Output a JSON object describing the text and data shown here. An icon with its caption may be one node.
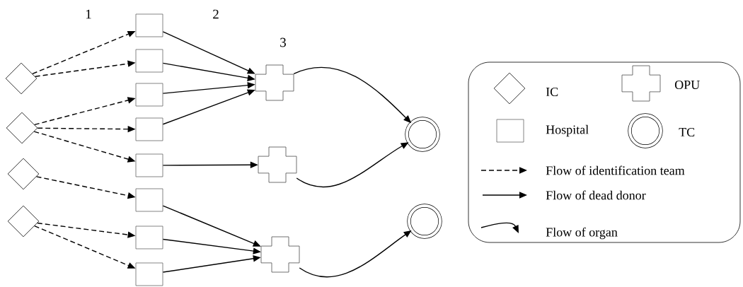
{
  "diagram": {
    "nodes": [
      {
        "text": [],
        "shape": "diamond"
      },
      {
        "text": [],
        "shape": "diamond"
      },
      {
        "text": [],
        "shape": "diamond"
      },
      {
        "text": [],
        "shape": "diamond"
      },
      {
        "text": [],
        "shape": "box"
      },
      {
        "text": [],
        "shape": "box"
      },
      {
        "text": [],
        "shape": "box"
      },
      {
        "text": [],
        "shape": "box"
      },
      {
        "text": [],
        "shape": "box"
      },
      {
        "text": [],
        "shape": "box"
      },
      {
        "text": [],
        "shape": "box"
      },
      {
        "text": [],
        "shape": "box"
      },
      {
        "text": [],
        "shape": "cross"
      },
      {
        "text": [],
        "shape": "cross"
      },
      {
        "text": [],
        "shape": "cross"
      },
      {
        "text": [],
        "shape": "circle"
      },
      {
        "text": [],
        "shape": "circle"
      }
    ],
    "edges": [
      {
        "from": 0,
        "to": 4,
        "arrow": "to",
        "style": "dashed"
      },
      {
        "from": 0,
        "to": 5,
        "arrow": "to",
        "style": "dashed"
      },
      {
        "from": 1,
        "to": 6,
        "arrow": "to",
        "style": "dashed"
      },
      {
        "from": 1,
        "to": 7,
        "arrow": "to",
        "style": "dashed"
      },
      {
        "from": 1,
        "to": 8,
        "arrow": "to",
        "style": "dashed"
      },
      {
        "from": 2,
        "to": 9,
        "arrow": "to",
        "style": "dashed"
      },
      {
        "from": 3,
        "to": 10,
        "arrow": "to",
        "style": "dashed"
      },
      {
        "from": 3,
        "to": 11,
        "arrow": "to",
        "style": "dashed"
      },
      {
        "from": 4,
        "to": 12,
        "arrow": "to"
      },
      {
        "from": 5,
        "to": 12,
        "arrow": "to"
      },
      {
        "from": 6,
        "to": 12,
        "arrow": "to"
      },
      {
        "from": 7,
        "to": 12,
        "arrow": "to"
      },
      {
        "from": 8,
        "to": 13,
        "arrow": "to"
      },
      {
        "from": 9,
        "to": 14,
        "arrow": "to"
      },
      {
        "from": 10,
        "to": 14,
        "arrow": "to"
      },
      {
        "from": 11,
        "to": 14,
        "arrow": "to"
      },
      {
        "from": 12,
        "to": 15,
        "arrow": "to"
      },
      {
        "from": 13,
        "to": 15,
        "arrow": "to"
      },
      {
        "from": 14,
        "to": 16,
        "arrow": "to"
      }
    ],
    "labels": [
      "1",
      "2",
      "3"
    ],
    "legend": [
      {
        "text": "IC"
      },
      {
        "text": "OPU"
      },
      {
        "text": "Hospital"
      },
      {
        "text": "TC"
      },
      {
        "text": "Flow of identification team"
      },
      {
        "text": "Flow of dead donor"
      },
      {
        "text": "Flow of organ"
      }
    ]
  }
}
